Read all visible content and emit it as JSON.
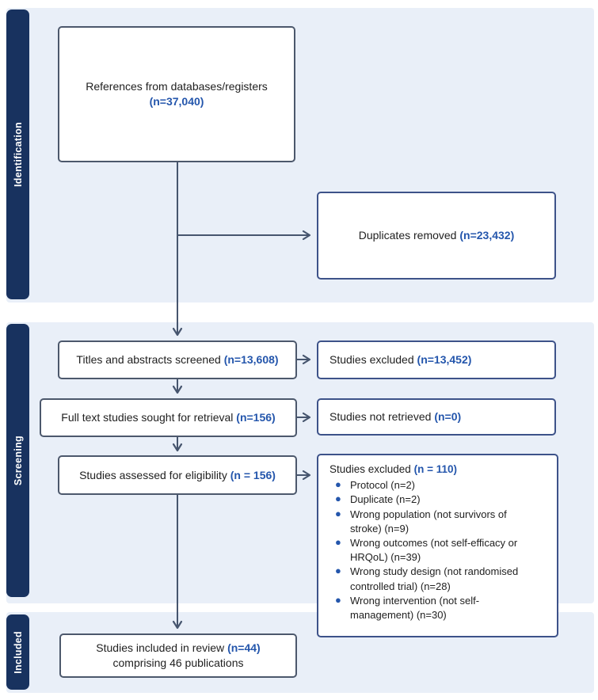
{
  "stages": [
    {
      "label": "Identification"
    },
    {
      "label": "Screening"
    },
    {
      "label": "Included"
    }
  ],
  "boxes": {
    "references": {
      "label": "References from databases/registers",
      "count": "(n=37,040)"
    },
    "duplicates_removed": {
      "label": "Duplicates removed",
      "count": "(n=23,432)"
    },
    "titles_screened": {
      "label": "Titles and abstracts screened",
      "count": "(n=13,608)"
    },
    "studies_excluded_screening": {
      "label": "Studies excluded",
      "count": "(n=13,452)"
    },
    "fulltext_sought": {
      "label": "Full text studies sought for retrieval",
      "count": "(n=156)"
    },
    "studies_not_retrieved": {
      "label": "Studies not retrieved",
      "count": "(n=0)"
    },
    "assessed_eligibility": {
      "label": "Studies assessed for eligibility",
      "count": "(n = 156)"
    },
    "studies_excluded_eligibility": {
      "label": "Studies excluded",
      "count": "(n = 110)",
      "reasons": [
        "Protocol (n=2)",
        "Duplicate (n=2)",
        "Wrong population (not survivors of stroke) (n=9)",
        "Wrong outcomes (not self-efficacy or HRQoL) (n=39)",
        "Wrong study design (not randomised controlled trial) (n=28)",
        "Wrong intervention (not self-management) (n=30)"
      ]
    },
    "included_review": {
      "label": "Studies included in review",
      "count": "(n=44)",
      "subtext": "comprising 46 publications"
    }
  },
  "colors": {
    "stage_bar": "#18325F",
    "band": "#E9EFF8",
    "accent_blue": "#2456AC",
    "box_border": "#4C586C",
    "box_border_right": "#3D5289",
    "arrow": "#46556E"
  }
}
